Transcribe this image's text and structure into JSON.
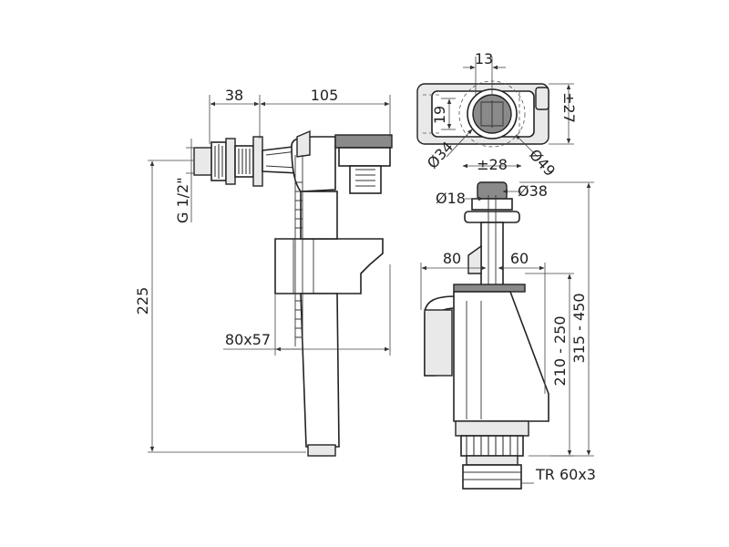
{
  "labels": {
    "d38": "38",
    "d105": "105",
    "g12": "G 1/2\"",
    "d225": "225",
    "d80x57": "80x57",
    "d13": "13",
    "d19": "19",
    "pm27": "±27",
    "o34": "Ø34",
    "o49": "Ø49",
    "pm28": "±28",
    "o18": "Ø18",
    "o38": "Ø38",
    "d80": "80",
    "d60": "60",
    "d210250": "210 - 250",
    "d315450": "315 - 450",
    "tr60x3": "TR 60x3"
  }
}
